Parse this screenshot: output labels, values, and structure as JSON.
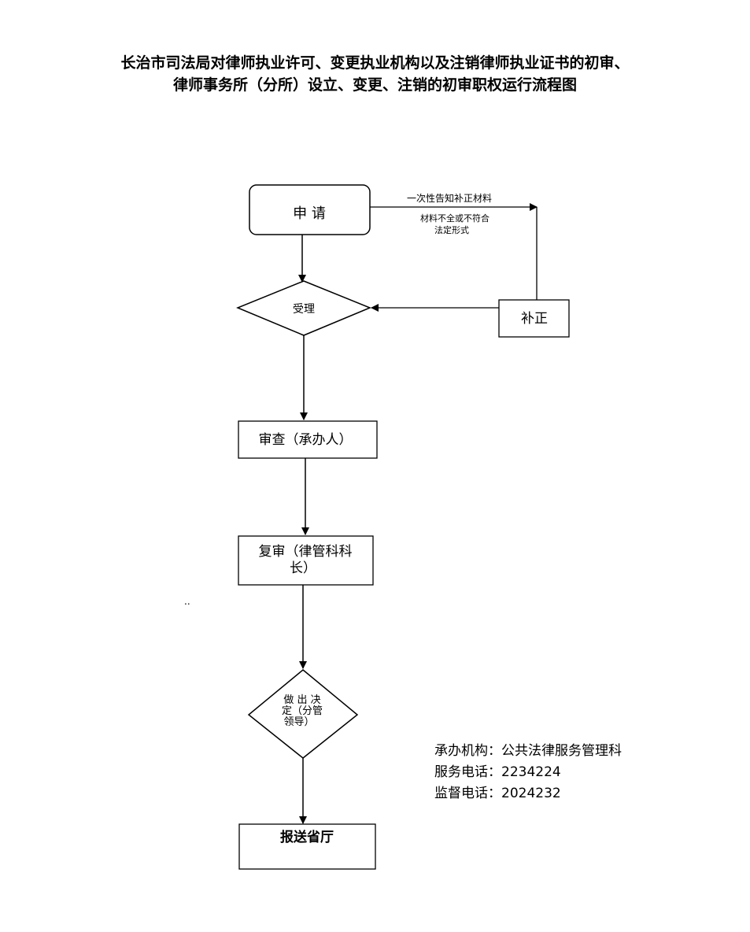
{
  "title": {
    "line1": "长治市司法局对律师执业许可、变更执业机构以及注销律师执业证书的初审、",
    "line2": "律师事务所（分所）设立、变更、注销的初审职权运行流程图"
  },
  "nodes": {
    "apply": "申 请",
    "accept": "受理",
    "supplement": "补正",
    "review": "审查（承办人）",
    "recheck_line1": "复审（律管科科",
    "recheck_line2": "长）",
    "decide_line1": "做 出 决",
    "decide_line2": "定（分管",
    "decide_line3": "领导）",
    "report": "报送省厅"
  },
  "edges": {
    "notify_label": "一次性告知补正材料",
    "condition_line1": "材料不全或不符合",
    "condition_line2": "法定形式"
  },
  "stray_mark": "..",
  "contact": {
    "office": "承办机构：公共法律服务管理科",
    "service_phone": "服务电话：2234224",
    "supervision_phone": "监督电话：2024232"
  }
}
